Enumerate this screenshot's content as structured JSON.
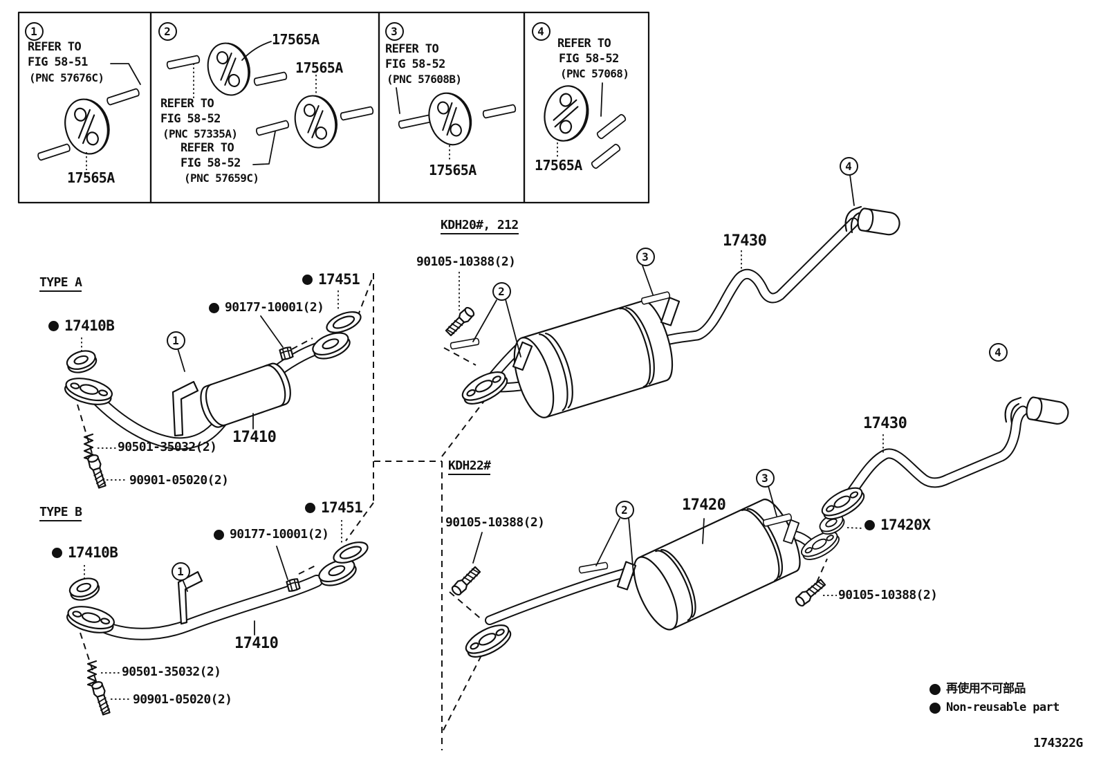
{
  "colors": {
    "ink": "#111111",
    "paper": "#ffffff"
  },
  "page": {
    "code": "174322G"
  },
  "legend": {
    "jp": "再使用不可部品",
    "en": "Non-reusable part"
  },
  "callout_numbers": {
    "n1": "1",
    "n2": "2",
    "n3": "3",
    "n4": "4"
  },
  "insets": {
    "box1": {
      "num": "1",
      "ref_l1": "REFER TO",
      "ref_l2": "FIG 58-51",
      "ref_l3": "(PNC 57676C)",
      "part": "17565A"
    },
    "box2": {
      "num": "2",
      "part_top": "17565A",
      "part_mid": "17565A",
      "ref1_l1": "REFER TO",
      "ref1_l2": "FIG 58-52",
      "ref1_l3": "(PNC 57335A)",
      "ref2_l1": "REFER TO",
      "ref2_l2": "FIG 58-52",
      "ref2_l3": "(PNC 57659C)"
    },
    "box3": {
      "num": "3",
      "ref_l1": "REFER TO",
      "ref_l2": "FIG 58-52",
      "ref_l3": "(PNC 57608B)",
      "part": "17565A"
    },
    "box4": {
      "num": "4",
      "ref_l1": "REFER TO",
      "ref_l2": "FIG 58-52",
      "ref_l3": "(PNC 57068)",
      "part": "17565A"
    }
  },
  "type_a": {
    "title": "TYPE A",
    "seal": "17451",
    "bolt_sub": "90177-10001(2)",
    "gasket": "17410B",
    "pipe": "17410",
    "spring": "90501-35032(2)",
    "bolt": "90901-05020(2)"
  },
  "type_b": {
    "title": "TYPE B",
    "seal": "17451",
    "bolt_sub": "90177-10001(2)",
    "gasket": "17410B",
    "pipe": "17410",
    "spring": "90501-35032(2)",
    "bolt": "90901-05020(2)"
  },
  "kdh20": {
    "title": "KDH20#, 212",
    "bolt": "90105-10388(2)",
    "tailpipe": "17430"
  },
  "kdh22": {
    "title": "KDH22#",
    "bolt_left": "90105-10388(2)",
    "muffler": "17420",
    "tailpipe": "17430",
    "gasket": "17420X",
    "bolt_right": "90105-10388(2)"
  }
}
